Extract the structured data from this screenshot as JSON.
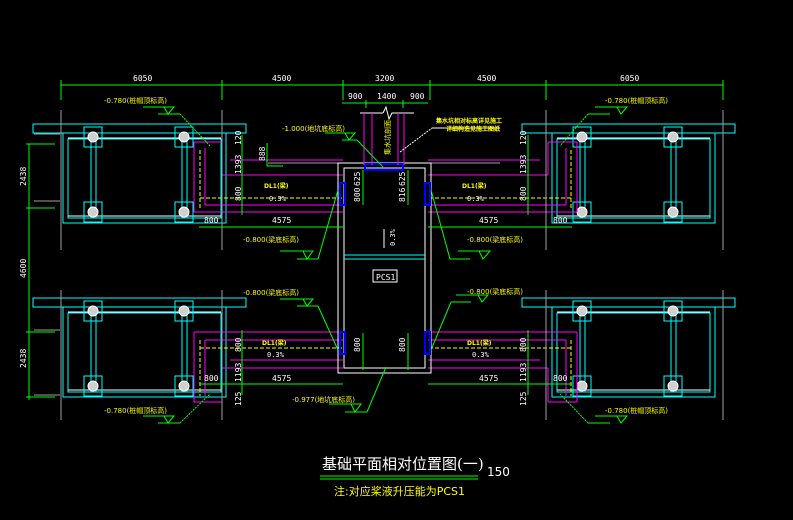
{
  "drawing": {
    "title": "基础平面相对位置图(一)",
    "scale": "1:50",
    "scale_display": "150",
    "note": "注:对应桨液升压能为PCS1",
    "colors": {
      "background": "#000000",
      "dimension": "#00ff00",
      "pile_cap": "#00ffff",
      "beam": "#ff00ff",
      "text_level": "#ffff00",
      "outline": "#ffffff",
      "wall": "#0000ff"
    },
    "top_dimensions": [
      "6050",
      "4500",
      "3200",
      "4500",
      "6050"
    ],
    "sub_dimensions": [
      "900",
      "1400",
      "900"
    ],
    "left_dimensions": [
      "2438",
      "4600",
      "2438"
    ],
    "levels": {
      "tl": "-0.780(桩帽顶标高)",
      "tr": "-0.780(桩帽顶标高)",
      "bl": "-0.780(桩帽顶标高)",
      "br": "-0.780(桩帽顶标高)",
      "center_top": "-1.000(地坑底标高)",
      "mid_tl": "-0.800(梁底标高)",
      "mid_tr": "-0.800(梁底标高)",
      "mid_bl": "-0.800(梁底标高)",
      "mid_br": "-0.800(梁底标高)",
      "bottom": "-0.977(地坑底标高)"
    },
    "pit_label": "集水坑剖面",
    "top_note_line1": "集水坑相对标高详见施工",
    "top_note_line2": "详细构造见施工图纸",
    "beam_labels": {
      "tl": "DL1(梁)",
      "tr": "DL1(梁)",
      "bl": "DL1(梁)",
      "br": "DL1(梁)"
    },
    "slope": "0.3%",
    "center_slope": "0.3%",
    "pcs_label": "PCS1",
    "local_dims": {
      "d120": "120",
      "d1393": "1393",
      "d888": "888",
      "d800": "800",
      "d625": "625",
      "d816": "816",
      "d4575": "4575",
      "d1193": "1193",
      "d125": "125"
    }
  }
}
